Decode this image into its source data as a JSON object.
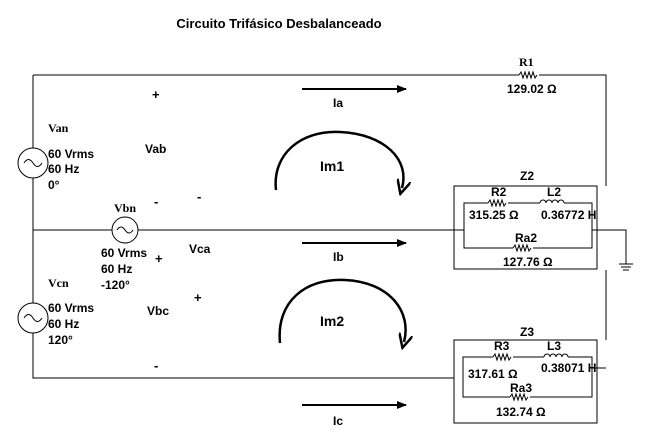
{
  "title": "Circuito Trifásico Desbalanceado",
  "sources": {
    "van": {
      "name": "Van",
      "voltage": "60 Vrms",
      "freq": "60 Hz",
      "phase": "0°"
    },
    "vbn": {
      "name": "Vbn",
      "voltage": "60 Vrms",
      "freq": "60 Hz",
      "phase": "-120°"
    },
    "vcn": {
      "name": "Vcn",
      "voltage": "60 Vrms",
      "freq": "60 Hz",
      "phase": "120°"
    }
  },
  "line_voltages": {
    "vab": "Vab",
    "vca": "Vca",
    "vbc": "Vbc"
  },
  "polarity": {
    "plus": "+",
    "minus": "-"
  },
  "currents": {
    "ia": "Ia",
    "ib": "Ib",
    "ic": "Ic"
  },
  "mesh_currents": {
    "im1": "Im1",
    "im2": "Im2"
  },
  "components": {
    "r1": {
      "name": "R1",
      "value": "129.02 Ω"
    },
    "z2": {
      "name": "Z2",
      "r2": {
        "name": "R2",
        "value": "315.25 Ω"
      },
      "l2": {
        "name": "L2",
        "value": "0.36772 H"
      },
      "ra2": {
        "name": "Ra2",
        "value": "127.76 Ω"
      }
    },
    "z3": {
      "name": "Z3",
      "r3": {
        "name": "R3",
        "value": "317.61 Ω"
      },
      "l3": {
        "name": "L3",
        "value": "0.38071 H"
      },
      "ra3": {
        "name": "Ra3",
        "value": "132.74 Ω"
      }
    }
  }
}
